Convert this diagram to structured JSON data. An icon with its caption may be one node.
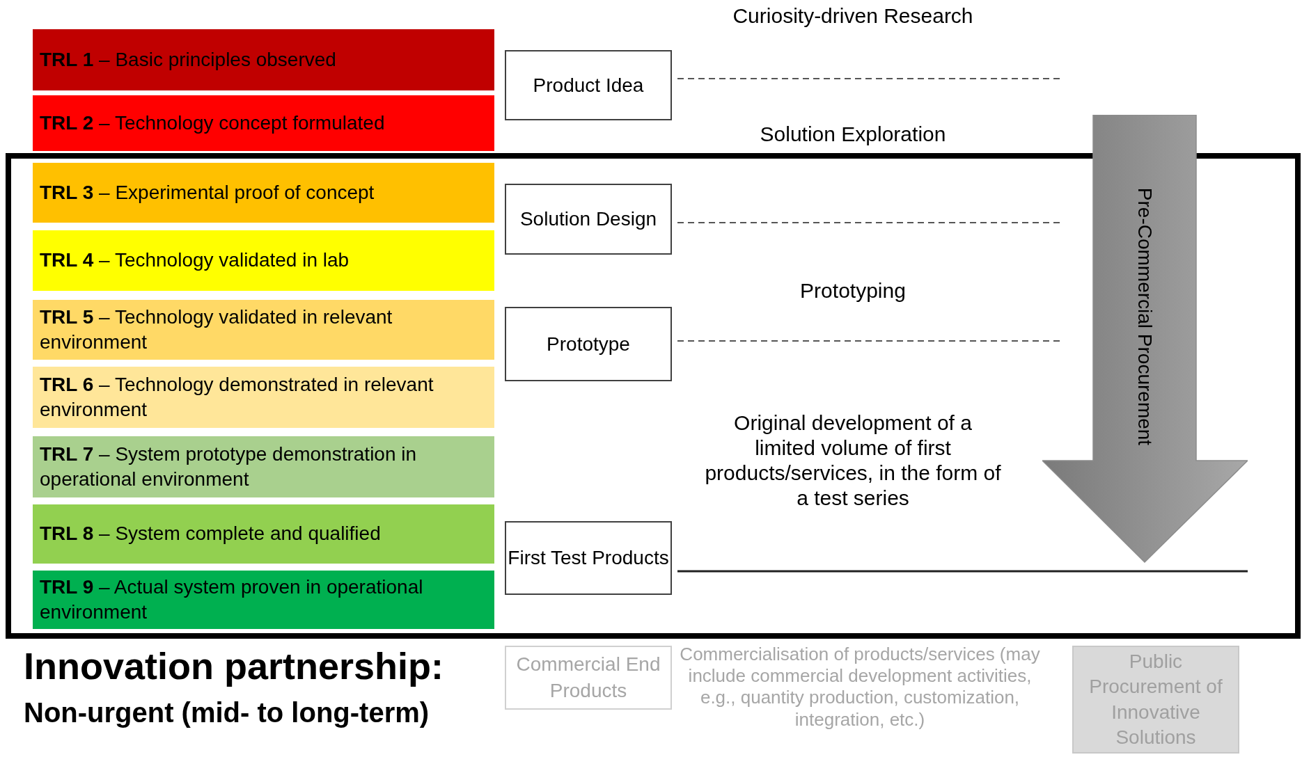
{
  "diagram": {
    "title": "Innovation partnership:",
    "nodes": [
      {
        "text": [
          "**TRL 1** – Basic principles observed"
        ]
      },
      {
        "text": [
          "**TRL 2** – Technology concept formulated"
        ]
      },
      {
        "text": [
          "**TRL 3** – Experimental proof of concept"
        ]
      },
      {
        "text": [
          "**TRL 4** – Technology validated in lab"
        ]
      },
      {
        "text": [
          "**TRL 5** – Technology validated in relevant environment"
        ]
      },
      {
        "text": [
          "**TRL 6** – Technology demonstrated in relevant environment"
        ]
      },
      {
        "text": [
          "**TRL 7** – System prototype demonstration in operational environment"
        ]
      },
      {
        "text": [
          "**TRL 8** – System complete and qualified"
        ]
      },
      {
        "text": [
          "**TRL 9** – Actual system proven in operational environment"
        ]
      },
      {
        "text": [
          "Product Idea"
        ]
      },
      {
        "text": [
          "Solution Design"
        ]
      },
      {
        "text": [
          "Prototype"
        ]
      },
      {
        "text": [
          "First Test Products"
        ]
      },
      {
        "text": [
          "Commercial End Products"
        ]
      },
      {
        "text": [
          "Pre-Commercial Procurement"
        ]
      },
      {
        "text": [
          "Public Procurement of Innovative Solutions"
        ]
      }
    ],
    "labels": [
      "Curiosity-driven Research",
      "Solution Exploration",
      "Prototyping",
      "Original development of a limited volume of first products/services, in the form of a test series",
      "Commercialisation of products/services (may include commercial development activities, e.g., quantity production, customization, integration, etc.)",
      "Non-urgent (mid- to long-term)"
    ]
  }
}
